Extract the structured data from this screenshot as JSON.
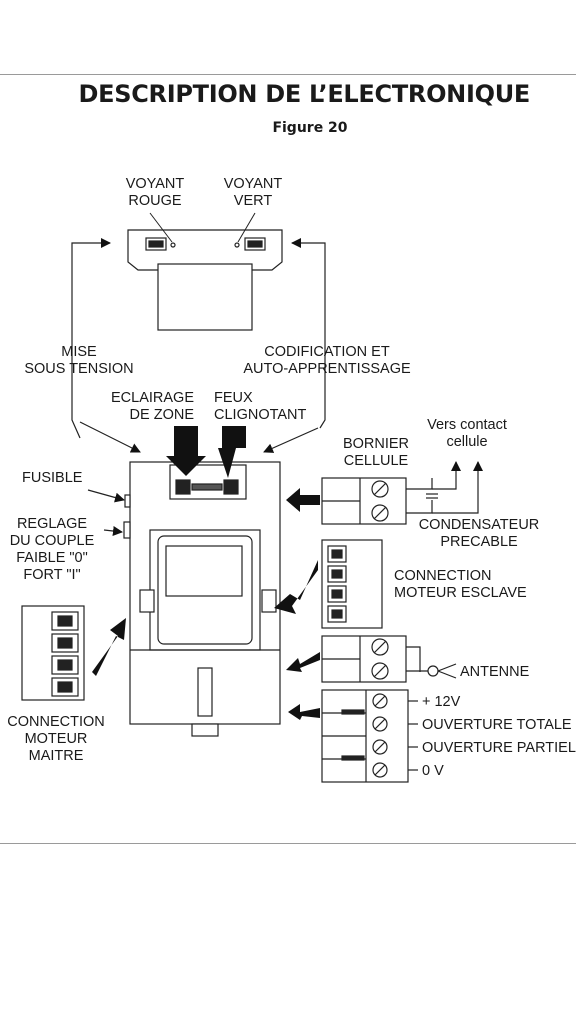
{
  "title": "DESCRIPTION DE L’ELECTRONIQUE",
  "figure": "Figure 20",
  "labels": {
    "voyant_rouge": [
      "VOYANT",
      "ROUGE"
    ],
    "voyant_vert": [
      "VOYANT",
      "VERT"
    ],
    "mise_sous_tension": [
      "MISE",
      "SOUS TENSION"
    ],
    "codification": [
      "CODIFICATION ET",
      "AUTO-APPRENTISSAGE"
    ],
    "eclairage": [
      "ECLAIRAGE",
      "DE ZONE"
    ],
    "feux": [
      "FEUX",
      "CLIGNOTANT"
    ],
    "vers_contact": [
      "Vers contact",
      "cellule"
    ],
    "bornier": [
      "BORNIER",
      "CELLULE"
    ],
    "fusible": "FUSIBLE",
    "reglage": [
      "REGLAGE",
      "DU COUPLE",
      "FAIBLE \"0\"",
      "FORT \"I\""
    ],
    "condensateur": [
      "CONDENSATEUR",
      "PRECABLE"
    ],
    "moteur_esclave": [
      "CONNECTION",
      "MOTEUR ESCLAVE"
    ],
    "antenne": "ANTENNE",
    "plus_12v": "+ 12V",
    "ouverture_totale": "OUVERTURE TOTALE",
    "ouverture_partielle": "OUVERTURE PARTIELLE",
    "zero_v": "0 V",
    "moteur_maitre": [
      "CONNECTION",
      "MOTEUR",
      "MAITRE"
    ]
  }
}
